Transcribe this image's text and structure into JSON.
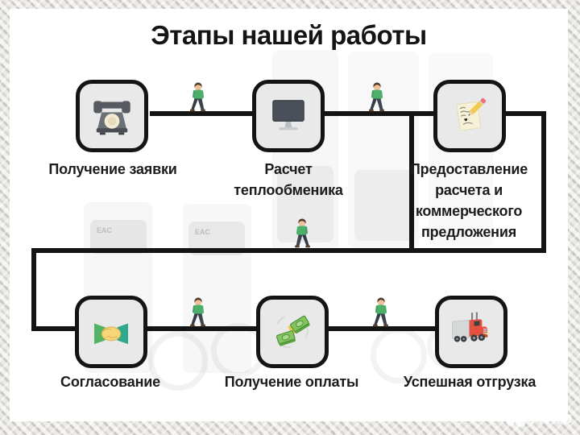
{
  "title": "Этапы нашей работы",
  "steps": [
    {
      "label": "Получение заявки",
      "icon": "rotary-phone-icon"
    },
    {
      "label": "Расчет\nтеплообменика",
      "icon": "computer-monitor-icon"
    },
    {
      "label": "Предоставление\nрасчета и\nкоммерческого\nпредложения",
      "icon": "document-pencil-icon"
    },
    {
      "label": "Согласование",
      "icon": "handshake-icon"
    },
    {
      "label": "Получение оплаты",
      "icon": "money-icon"
    },
    {
      "label": "Успешная отгрузка",
      "icon": "truck-icon"
    }
  ],
  "background": {
    "eac_label_1": "EAC",
    "eac_label_2": "EAC"
  },
  "watermark": {
    "brand": "Avito"
  },
  "colors": {
    "line": "#141414",
    "box_fill": "#e9e9e9",
    "shirt_green": "#4db06a",
    "truck_red": "#e4513f",
    "money_green": "#83c45e",
    "hand_yellow": "#f6d678",
    "sleeve_teal": "#2fa98c",
    "sleeve_green": "#52b266",
    "paper_cream": "#f7f1d8",
    "pencil_yellow": "#f2c94e",
    "phone_gray": "#6c7178",
    "dial_cream": "#f2ecd4"
  }
}
